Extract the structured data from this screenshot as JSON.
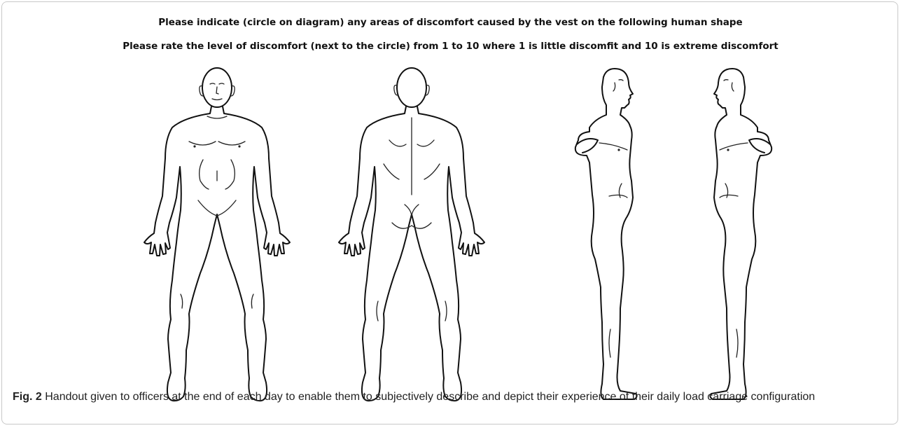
{
  "handout": {
    "instruction_circle": "Please indicate (circle on diagram) any areas of discomfort caused by the vest on the following human shape",
    "instruction_rate": "Please rate the level of discomfort (next to the circle) from 1 to 10 where 1 is little discomfit and 10 is extreme discomfort"
  },
  "figures": [
    {
      "view": "front",
      "icon": "human-body-front-icon"
    },
    {
      "view": "back",
      "icon": "human-body-back-icon"
    },
    {
      "view": "right-side",
      "icon": "human-body-side-right-icon"
    },
    {
      "view": "left-side",
      "icon": "human-body-side-left-icon"
    }
  ],
  "caption": {
    "label": "Fig. 2",
    "text": "Handout given to officers at the end of each day to enable them to subjectively describe and depict their experience of their daily load carriage configuration"
  }
}
